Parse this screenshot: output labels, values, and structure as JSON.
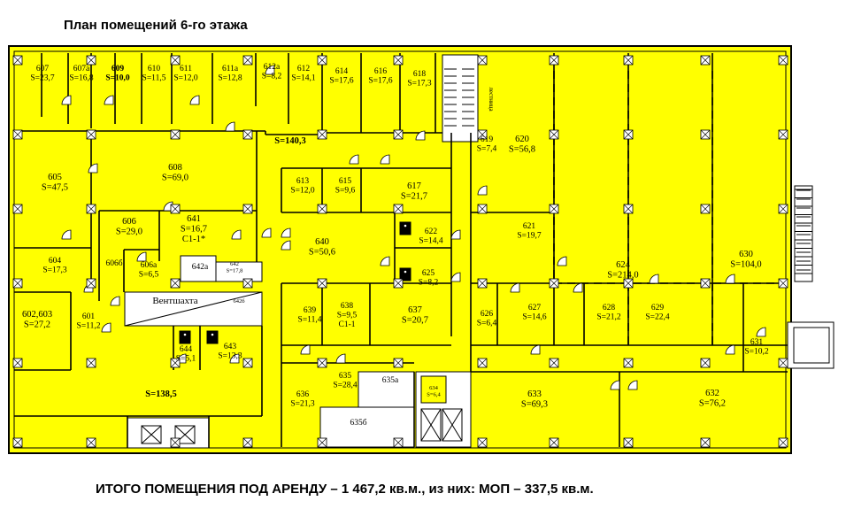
{
  "title": "План помещений 6-го этажа",
  "footer": "ИТОГО ПОМЕЩЕНИЯ ПОД АРЕНДУ – 1 467,2 кв.м., из них: МОП – 337,5 кв.м.",
  "colors": {
    "room_fill": "#ffff00",
    "wall": "#000000",
    "service_fill": "#ffffff"
  },
  "rooms": [
    {
      "id": "r607",
      "label": "607",
      "area": "S=23,7"
    },
    {
      "id": "r607a",
      "label": "607а",
      "area": "S=16,8"
    },
    {
      "id": "r609",
      "label": "609",
      "area": "S=10,0",
      "bold": true
    },
    {
      "id": "r610",
      "label": "610",
      "area": "S=11,5"
    },
    {
      "id": "r611",
      "label": "611",
      "area": "S=12,0"
    },
    {
      "id": "r611a",
      "label": "611а",
      "area": "S=12,8"
    },
    {
      "id": "r612a",
      "label": "612а",
      "area": "S=8,2"
    },
    {
      "id": "r612",
      "label": "612",
      "area": "S=14,1"
    },
    {
      "id": "r614",
      "label": "614",
      "area": "S=17,6"
    },
    {
      "id": "r616",
      "label": "616",
      "area": "S=17,6"
    },
    {
      "id": "r618",
      "label": "618",
      "area": "S=17,3"
    },
    {
      "id": "r619",
      "label": "619",
      "area": "S=7,4"
    },
    {
      "id": "r620",
      "label": "620",
      "area": "S=56,8"
    },
    {
      "id": "r605",
      "label": "605",
      "area": "S=47,5"
    },
    {
      "id": "r608",
      "label": "608",
      "area": "S=69,0"
    },
    {
      "id": "r613",
      "label": "613",
      "area": "S=12,0"
    },
    {
      "id": "r615",
      "label": "615",
      "area": "S=9,6"
    },
    {
      "id": "r617",
      "label": "617",
      "area": "S=21,7"
    },
    {
      "id": "r606",
      "label": "606",
      "area": "S=29,0"
    },
    {
      "id": "r641",
      "label": "641",
      "area": "S=16,7",
      "extra": "С1-1*"
    },
    {
      "id": "r640",
      "label": "640",
      "area": "S=50,6"
    },
    {
      "id": "r622",
      "label": "622",
      "area": "S=14,4"
    },
    {
      "id": "r621",
      "label": "621",
      "area": "S=19,7"
    },
    {
      "id": "r604",
      "label": "604",
      "area": "S=17,3"
    },
    {
      "id": "r606b",
      "label": "606б",
      "area": ""
    },
    {
      "id": "r606a",
      "label": "606а",
      "area": "S=6,5"
    },
    {
      "id": "r642a",
      "label": "642а",
      "area": ""
    },
    {
      "id": "r642",
      "label": "642",
      "area": "S=17,8"
    },
    {
      "id": "r625",
      "label": "625",
      "area": "S=8,2"
    },
    {
      "id": "r624",
      "label": "624",
      "area": "S=214,0"
    },
    {
      "id": "r630",
      "label": "630",
      "area": "S=104,0"
    },
    {
      "id": "r602",
      "label": "602,603",
      "area": "S=27,2"
    },
    {
      "id": "r601",
      "label": "601",
      "area": "S=11,2"
    },
    {
      "id": "r642b",
      "label": "642б",
      "area": ""
    },
    {
      "id": "r639",
      "label": "639",
      "area": "S=11,4"
    },
    {
      "id": "r638",
      "label": "638",
      "area": "S=9,5",
      "extra": "С1-1"
    },
    {
      "id": "r637",
      "label": "637",
      "area": "S=20,7"
    },
    {
      "id": "r626",
      "label": "626",
      "area": "S=6,4"
    },
    {
      "id": "r627",
      "label": "627",
      "area": "S=14,6"
    },
    {
      "id": "r628",
      "label": "628",
      "area": "S=21,2"
    },
    {
      "id": "r629",
      "label": "629",
      "area": "S=22,4"
    },
    {
      "id": "r631",
      "label": "631",
      "area": "S=10,2"
    },
    {
      "id": "r644",
      "label": "644",
      "area": "S=5,1"
    },
    {
      "id": "r643",
      "label": "643",
      "area": "S=13,3"
    },
    {
      "id": "r636",
      "label": "636",
      "area": "S=21,3"
    },
    {
      "id": "r635",
      "label": "635",
      "area": "S=28,4"
    },
    {
      "id": "r635a",
      "label": "635а",
      "area": ""
    },
    {
      "id": "r634",
      "label": "634",
      "area": "S=6,4"
    },
    {
      "id": "r633",
      "label": "633",
      "area": "S=69,3"
    },
    {
      "id": "r632",
      "label": "632",
      "area": "S=76,2"
    },
    {
      "id": "r635b",
      "label": "635б",
      "area": ""
    }
  ],
  "corridors": [
    {
      "id": "c1",
      "area": "S=140,3"
    },
    {
      "id": "c2",
      "area": "S=138,5"
    }
  ],
  "ventshaft": "Вентшахта",
  "stair_label": "лестница"
}
